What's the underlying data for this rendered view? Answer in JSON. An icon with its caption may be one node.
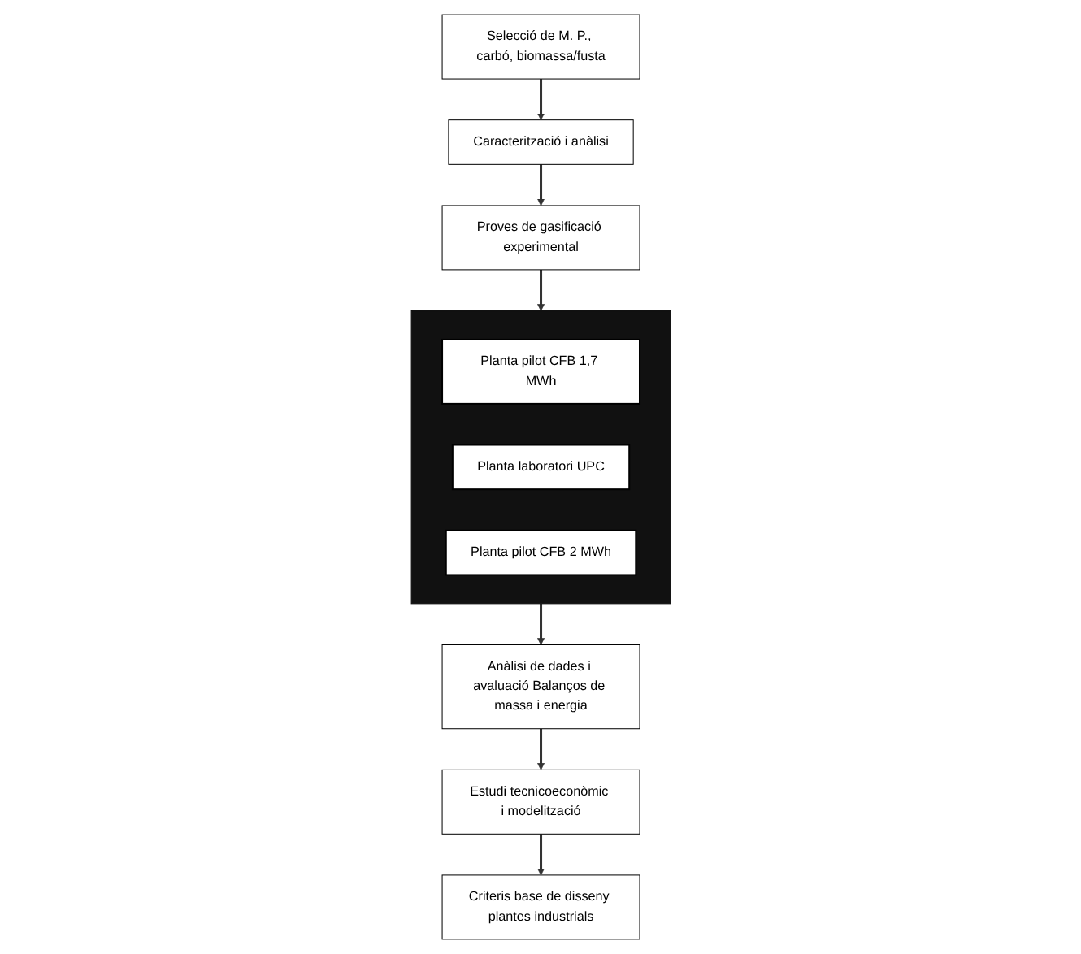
{
  "diagram": {
    "nodes": [
      {
        "text": [
          "Selecció de M. P., carbó, biomassa/fusta"
        ]
      },
      {
        "text": [
          "Caracterització i anàlisi"
        ]
      },
      {
        "text": [
          "Proves de gasificació experimental"
        ]
      },
      {
        "text": [],
        "shape": "box"
      },
      {
        "text": [
          "Planta pilot CFB 1,7 MWh"
        ],
        "in": 3
      },
      {
        "text": [
          "Planta laboratori UPC"
        ],
        "in": 3
      },
      {
        "text": [
          "Planta pilot CFB 2 MWh"
        ],
        "in": 3
      },
      {
        "text": [
          "Anàlisi de dades i avaluació Balanços de massa i energia"
        ]
      },
      {
        "text": [
          "Estudi tecnicoeconòmic i modelització"
        ]
      },
      {
        "text": [
          "Criteris base de disseny plantes industrials"
        ]
      }
    ],
    "edges": [
      {
        "from": 0,
        "to": 1,
        "arrow": "to"
      },
      {
        "from": 1,
        "to": 2,
        "arrow": "to"
      },
      {
        "from": 2,
        "to": 3,
        "arrow": "to"
      },
      {
        "from": 3,
        "to": 7,
        "arrow": "to"
      },
      {
        "from": 7,
        "to": 8,
        "arrow": "to"
      },
      {
        "from": 8,
        "to": 9,
        "arrow": "to"
      }
    ]
  }
}
